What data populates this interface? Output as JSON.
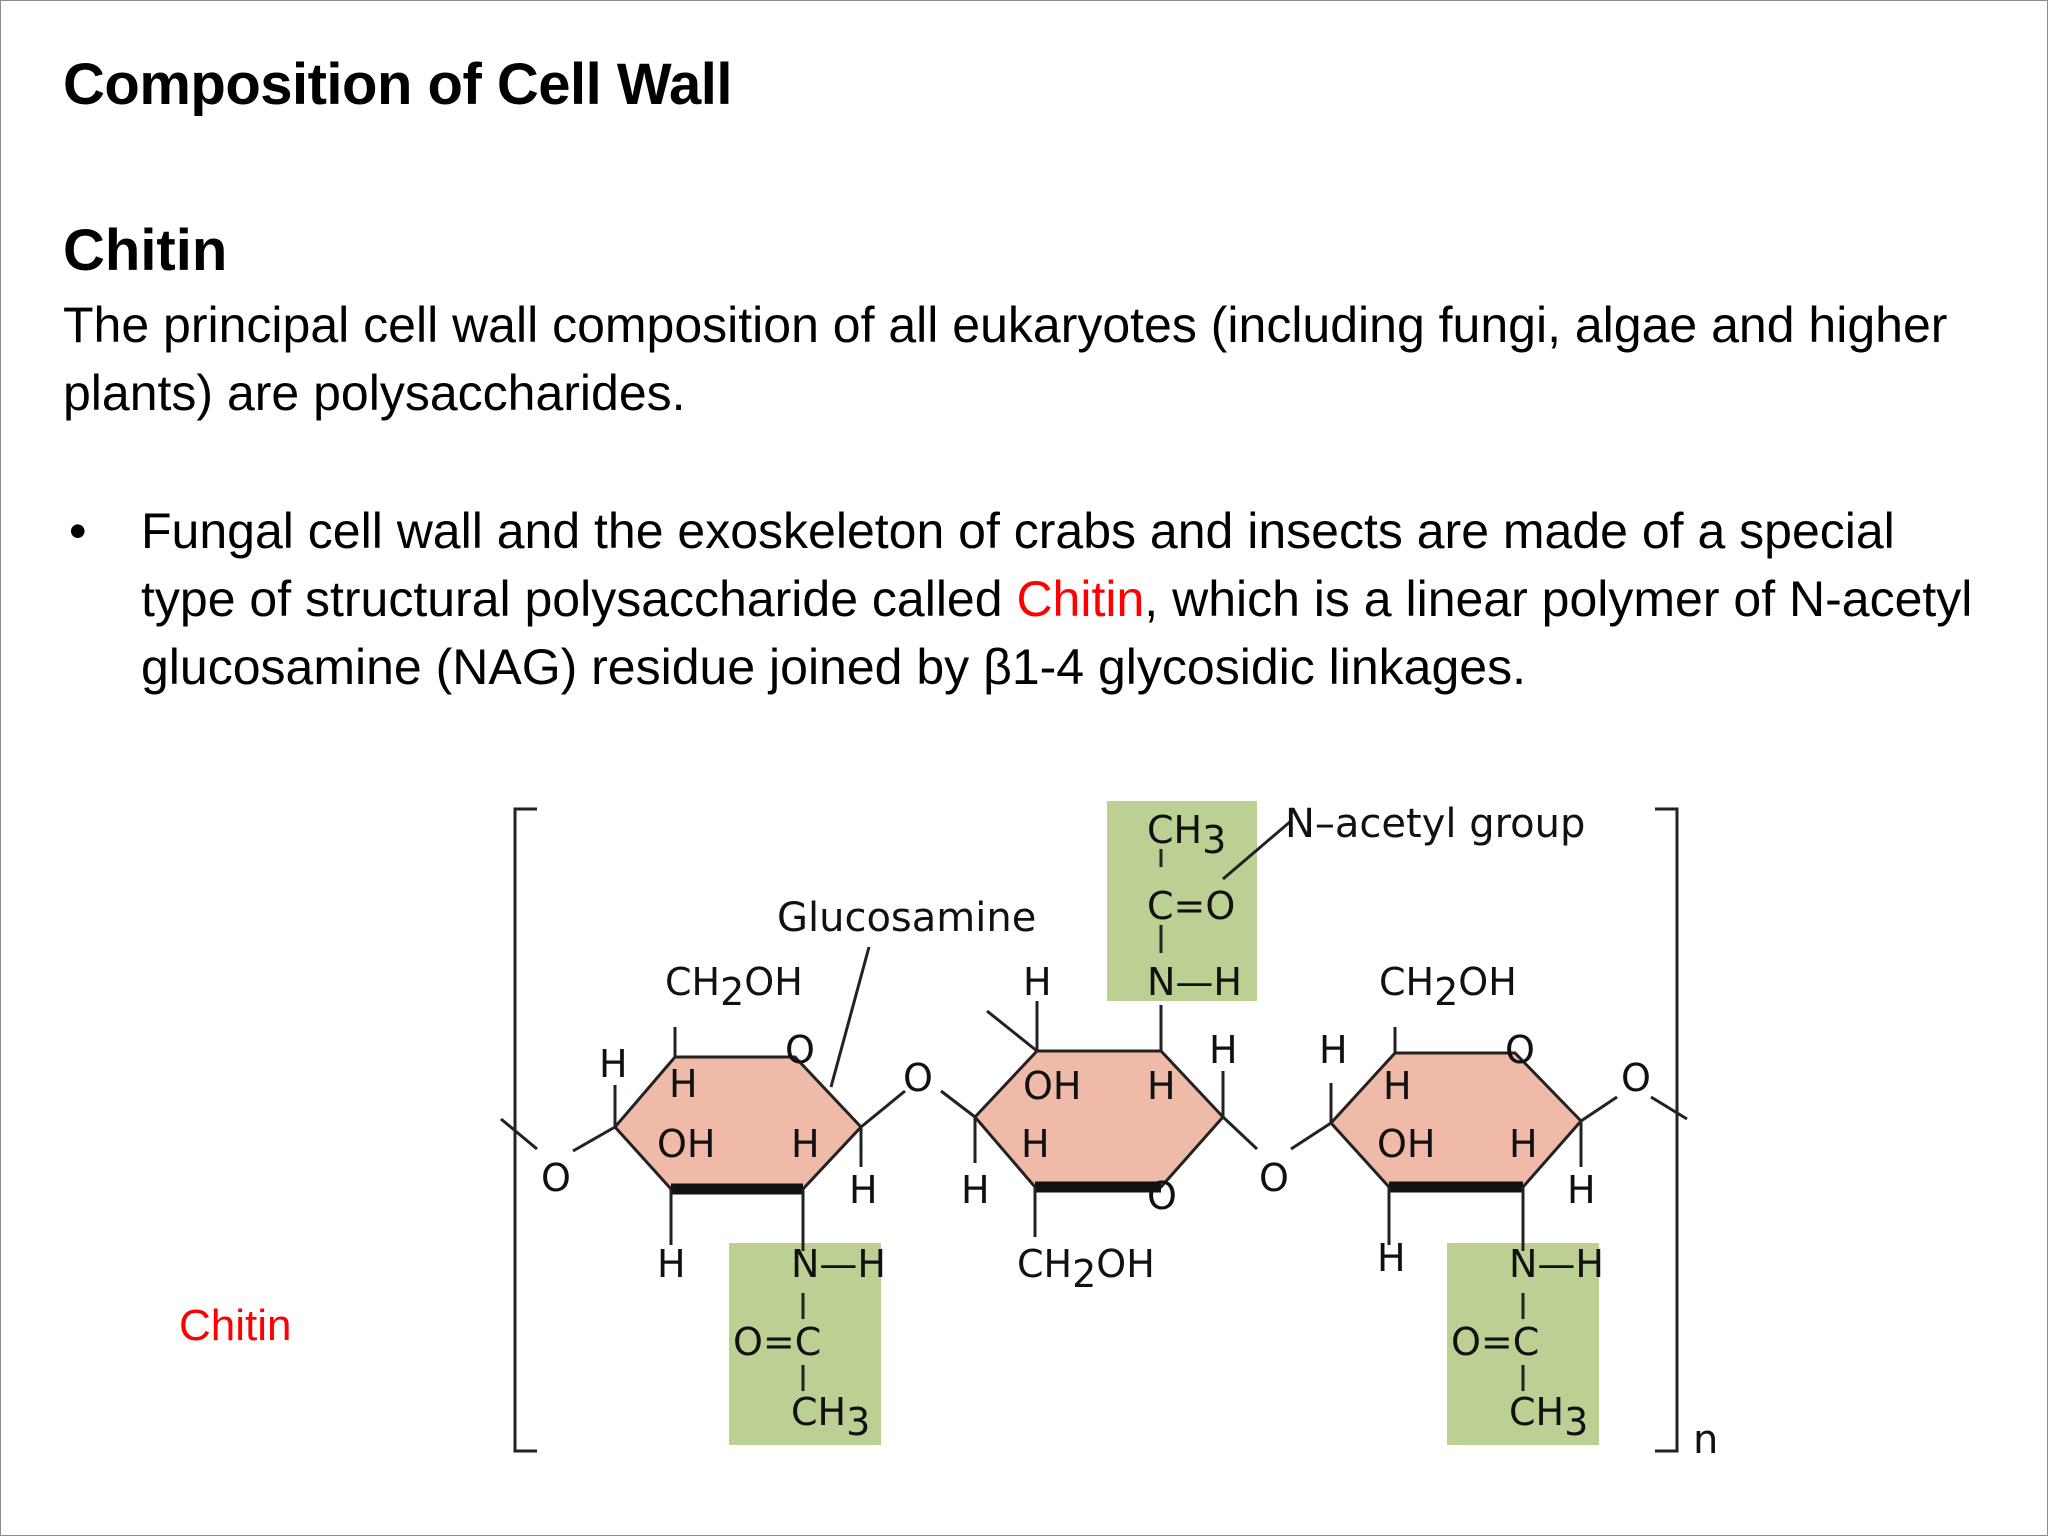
{
  "slide": {
    "title": "Composition of Cell Wall",
    "subtitle": "Chitin",
    "intro": "The principal cell wall composition of all eukaryotes (including fungi, algae and higher plants) are polysaccharides.",
    "bullet": {
      "marker": "•",
      "text_before": "Fungal cell wall and the exoskeleton of crabs and insects are made of a special type of structural polysaccharide called ",
      "highlight": "Chitin",
      "text_after": ", which is a linear polymer of N-acetyl glucosamine (NAG) residue joined by β1-4 glycosidic linkages."
    },
    "side_label": "Chitin"
  },
  "diagram": {
    "label_glucosamine": "Glucosamine",
    "label_n_acetyl": "N–acetyl group",
    "repeat_subscript": "n",
    "atoms": {
      "O": "O",
      "H": "H",
      "OH": "OH",
      "CH2OH_main": "CH",
      "CH2OH_sub": "2",
      "CH2OH_tail": "OH",
      "CH3_main": "CH",
      "CH3_sub": "3",
      "C_double_O": "C=O",
      "O_double_C": "O=C",
      "N_H": "N—H"
    },
    "colors": {
      "ring_fill": "#efbba8",
      "acetyl_fill": "#bcd093",
      "highlight_text": "#ff0000"
    }
  }
}
